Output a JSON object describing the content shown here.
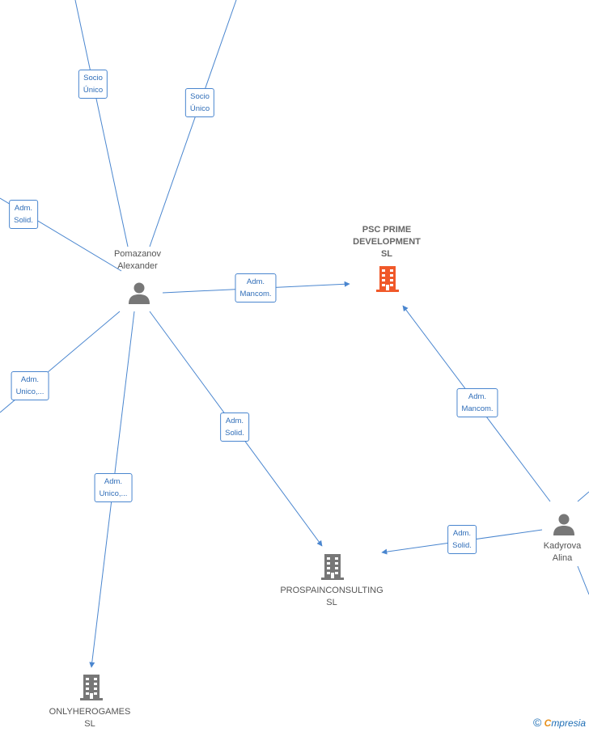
{
  "nodes": {
    "pomazanov": {
      "line1": "Pomazanov",
      "line2": "Alexander"
    },
    "kadyrova": {
      "line1": "Kadyrova",
      "line2": "Alina"
    },
    "psc": {
      "line1": "PSC PRIME",
      "line2": "DEVELOPMENT",
      "line3": "SL",
      "color": "#f0592a"
    },
    "prospain": {
      "line1": "PROSPAINCONSULTING",
      "line2": "SL"
    },
    "onlyhero": {
      "line1": "ONLYHEROGAMES",
      "line2": "SL"
    }
  },
  "edge_labels": {
    "socio1": {
      "a": "Socio",
      "b": "Único"
    },
    "socio2": {
      "a": "Socio",
      "b": "Único"
    },
    "adm_left_top": {
      "a": "Adm.",
      "b": "Solid."
    },
    "adm_mancom_psc": {
      "a": "Adm.",
      "b": "Mancom."
    },
    "adm_left_mid": {
      "a": "Adm.",
      "b": "Unico,..."
    },
    "adm_solid_prospain": {
      "a": "Adm.",
      "b": "Solid."
    },
    "adm_unico_onlyhero": {
      "a": "Adm.",
      "b": "Unico,..."
    },
    "adm_mancom_kad": {
      "a": "Adm.",
      "b": "Mancom."
    },
    "adm_solid_kad": {
      "a": "Adm.",
      "b": "Solid."
    }
  },
  "brand": {
    "copyright": "©",
    "first": "C",
    "rest": "mpresia"
  },
  "colors": {
    "edge": "#4a86cf",
    "person": "#777777",
    "company": "#777777",
    "highlight": "#f0592a"
  }
}
